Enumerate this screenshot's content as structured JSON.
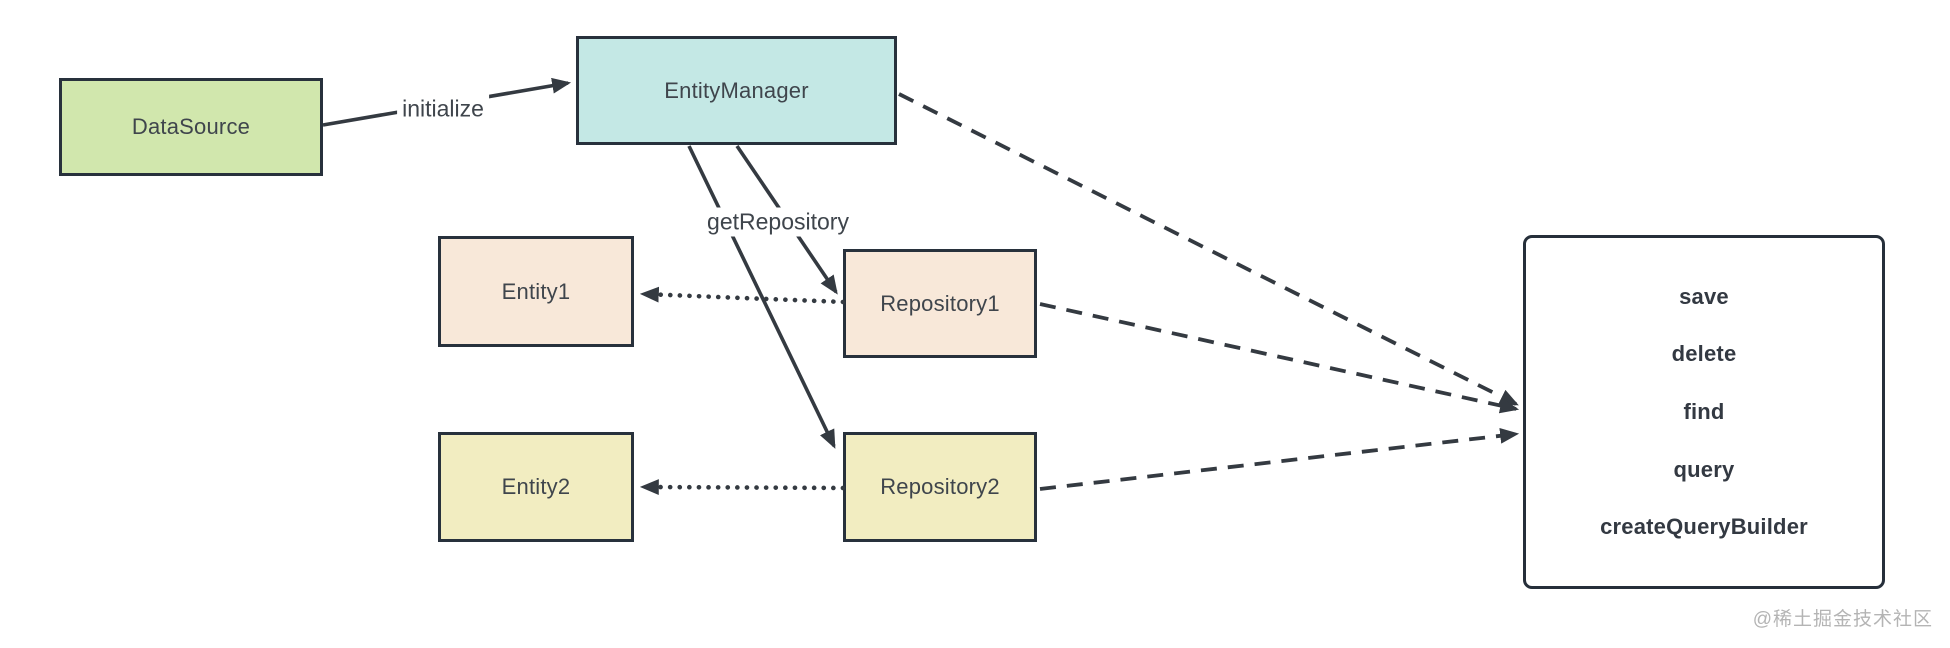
{
  "diagram": {
    "nodes": {
      "datasource": {
        "label": "DataSource",
        "fill": "#d1e7ad"
      },
      "entity_manager": {
        "label": "EntityManager",
        "fill": "#c4e8e5"
      },
      "entity1": {
        "label": "Entity1",
        "fill": "#f8e8d9"
      },
      "repository1": {
        "label": "Repository1",
        "fill": "#f8e8d9"
      },
      "entity2": {
        "label": "Entity2",
        "fill": "#f2edc1"
      },
      "repository2": {
        "label": "Repository2",
        "fill": "#f2edc1"
      }
    },
    "edge_labels": {
      "initialize": "initialize",
      "get_repository": "getRepository"
    },
    "methods_box": {
      "items": [
        "save",
        "delete",
        "find",
        "query",
        "createQueryBuilder"
      ]
    },
    "edges": [
      {
        "from": "DataSource",
        "to": "EntityManager",
        "style": "solid",
        "label": "initialize"
      },
      {
        "from": "EntityManager",
        "to": "Repository1",
        "style": "solid",
        "label": "getRepository"
      },
      {
        "from": "EntityManager",
        "to": "Repository2",
        "style": "solid",
        "label": "getRepository"
      },
      {
        "from": "Repository1",
        "to": "Entity1",
        "style": "dotted",
        "label": ""
      },
      {
        "from": "Repository2",
        "to": "Entity2",
        "style": "dotted",
        "label": ""
      },
      {
        "from": "EntityManager",
        "to": "methods-box",
        "style": "dashed",
        "label": ""
      },
      {
        "from": "Repository1",
        "to": "methods-box",
        "style": "dashed",
        "label": ""
      },
      {
        "from": "Repository2",
        "to": "methods-box",
        "style": "dashed",
        "label": ""
      }
    ],
    "watermark": "@稀土掘金技术社区",
    "colors": {
      "node_border": "#28313c",
      "edge_stroke": "#343a41",
      "node_text": "#3f454c",
      "method_text": "#333942",
      "watermark_text": "#b4b4b4",
      "background": "#ffffff"
    }
  }
}
